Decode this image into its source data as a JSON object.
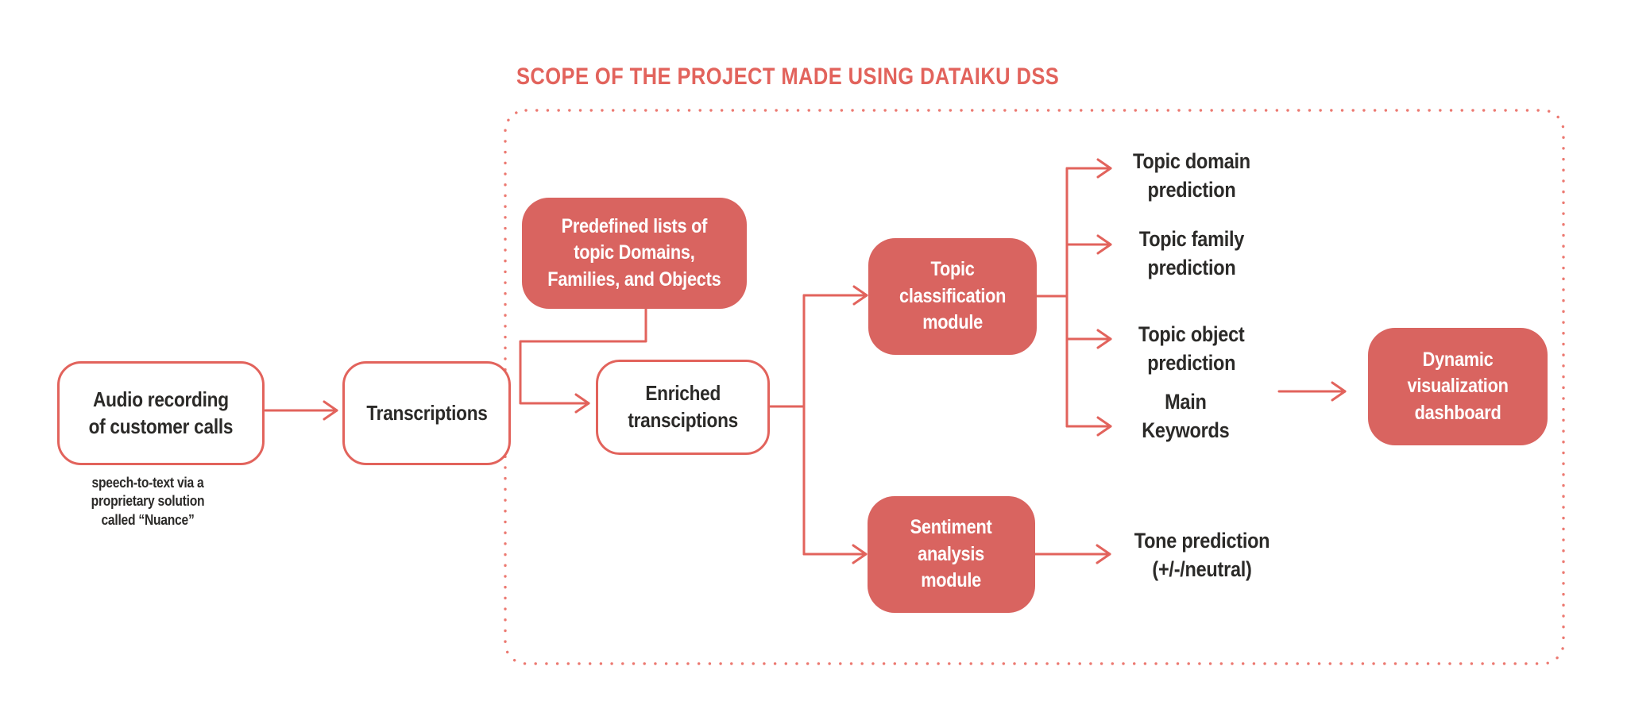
{
  "title": {
    "text": "SCOPE OF THE PROJECT MADE USING DATAIKU DSS"
  },
  "colors": {
    "accent_fill": "#d96460",
    "accent_stroke": "#e2635c",
    "dots": "#ec7a72",
    "text_dark": "#2b2a28",
    "background": "#ffffff"
  },
  "nodes": {
    "audio_recording": {
      "label": "Audio recording\nof customer calls"
    },
    "transcriptions": {
      "label": "Transcriptions"
    },
    "predefined_lists": {
      "label": "Predefined lists of\ntopic Domains,\nFamilies, and Objects"
    },
    "enriched_transcriptions": {
      "label": "Enriched\ntransciptions"
    },
    "topic_classification": {
      "label": "Topic\nclassification\nmodule"
    },
    "sentiment_analysis": {
      "label": "Sentiment\nanalysis\nmodule"
    },
    "dashboard": {
      "label": "Dynamic\nvisualization\ndashboard"
    }
  },
  "outputs": {
    "topic_domain": {
      "label": "Topic domain\nprediction"
    },
    "topic_family": {
      "label": "Topic family\nprediction"
    },
    "topic_object": {
      "label": "Topic object\nprediction"
    },
    "main_keywords": {
      "label": "Main\nKeywords"
    },
    "tone": {
      "label": "Tone prediction\n(+/-/neutral)"
    }
  },
  "caption": {
    "text": "speech-to-text via a\nproprietary solution\ncalled “Nuance”"
  }
}
